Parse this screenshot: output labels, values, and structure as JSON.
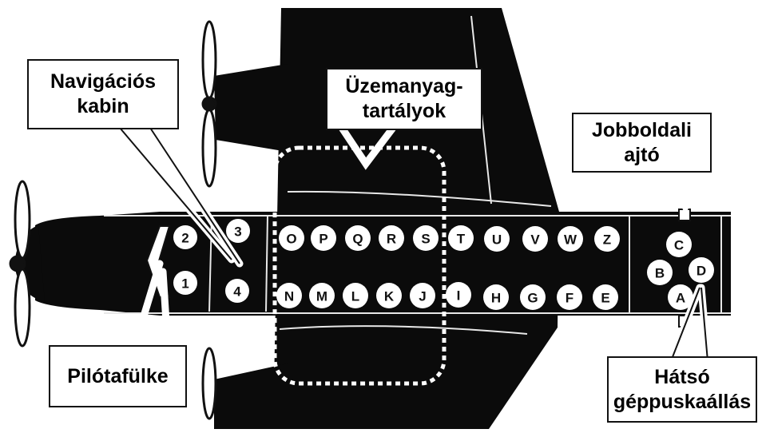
{
  "callouts": {
    "navigation": {
      "line1": "Navigációs",
      "line2": "kabin"
    },
    "fuel": {
      "line1": "Üzemanyag-",
      "line2": "tartályok"
    },
    "right_door": {
      "line1": "Jobboldali",
      "line2": "ajtó"
    },
    "cockpit": {
      "line1": "Pilótafülke"
    },
    "rear_gun": {
      "line1": "Hátsó",
      "line2": "géppuskaállás"
    }
  },
  "seats": {
    "nav_cabin_left": [
      "2",
      "1"
    ],
    "nav_cabin_right": [
      "3",
      "4"
    ],
    "upper_row": [
      "O",
      "P",
      "Q",
      "R",
      "S",
      "T",
      "U",
      "V",
      "W",
      "Z"
    ],
    "lower_row": [
      "N",
      "M",
      "L",
      "K",
      "J",
      "I",
      "H",
      "G",
      "F",
      "E"
    ],
    "rear_turret": [
      "C",
      "B",
      "D",
      "A"
    ]
  },
  "colors": {
    "aircraft": "#0b0b0b",
    "panel_lines": "#e8e8e8",
    "seat_fill": "#ffffff",
    "label_border": "#111111"
  }
}
